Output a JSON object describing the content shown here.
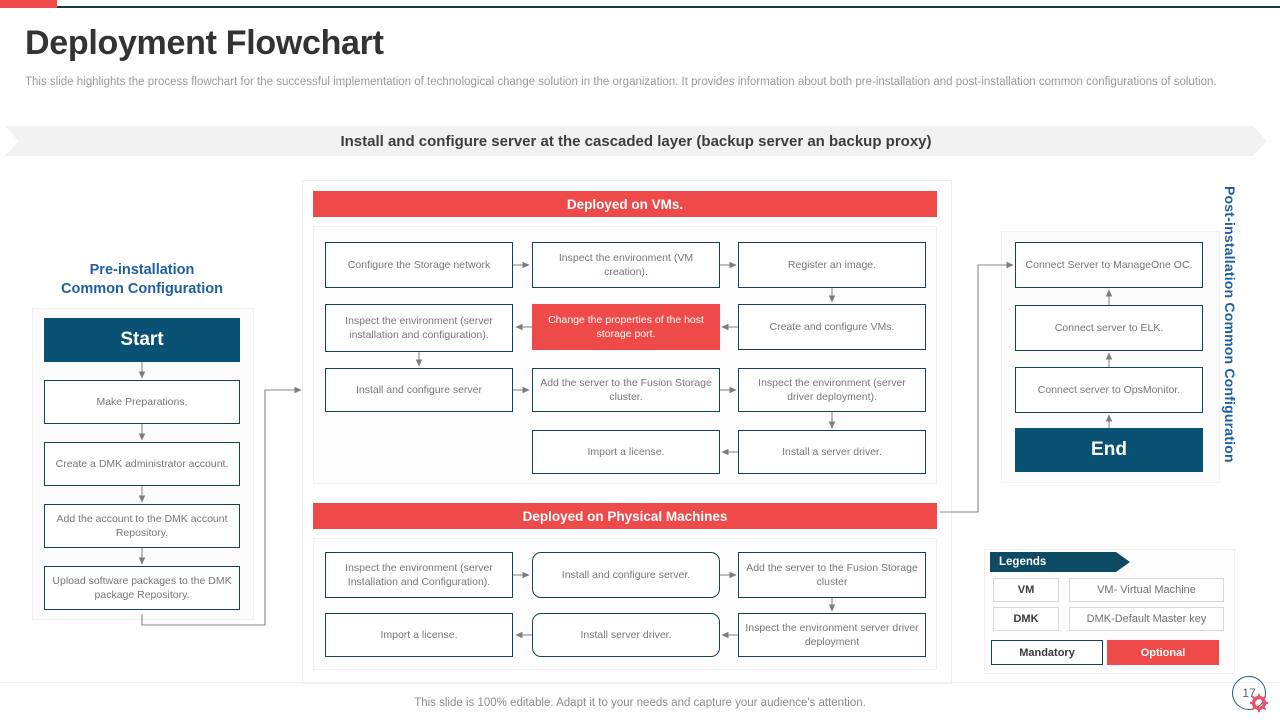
{
  "header": {
    "title": "Deployment Flowchart",
    "subtitle": "This slide highlights the process flowchart for the successful implementation of technological change solution in the organization. It provides  information  about both  pre-installation  and post-installation common configurations  of solution."
  },
  "banner": {
    "text": "Install and configure server  at the cascaded layer (backup server an backup proxy)"
  },
  "left_column": {
    "heading_line1": "Pre-installation",
    "heading_line2": "Common Configuration",
    "steps": [
      {
        "label": "Start",
        "style": "dark"
      },
      {
        "label": "Make Preparations.",
        "style": "plain"
      },
      {
        "label": "Create a DMK  administrator account.",
        "style": "plain"
      },
      {
        "label": "Add the account to the DMK account Repository.",
        "style": "plain"
      },
      {
        "label": "Upload software packages to the DMK package Repository.",
        "style": "plain"
      }
    ]
  },
  "sections": [
    {
      "title": "Deployed on VMs.",
      "boxes": [
        {
          "label": "Configure the Storage network",
          "style": "plain"
        },
        {
          "label": "Inspect the environment (VM creation).",
          "style": "plain"
        },
        {
          "label": "Register an image.",
          "style": "plain"
        },
        {
          "label": "Inspect the environment (server installation and configuration).",
          "style": "plain"
        },
        {
          "label": "Change the properties of the host storage port.",
          "style": "red"
        },
        {
          "label": "Create and configure VMs.",
          "style": "plain"
        },
        {
          "label": "Install and  configure server",
          "style": "plain"
        },
        {
          "label": "Add the server to the Fusion Storage cluster.",
          "style": "plain"
        },
        {
          "label": "Inspect the environment (server driver deployment).",
          "style": "plain"
        },
        {
          "label": "Import a license.",
          "style": "plain"
        },
        {
          "label": "Install a server driver.",
          "style": "plain"
        }
      ]
    },
    {
      "title": "Deployed on Physical Machines",
      "boxes": [
        {
          "label": "Inspect the environment (server Installation  and Configuration).",
          "style": "plain"
        },
        {
          "label": "Install and configure server.",
          "style": "round"
        },
        {
          "label": "Add the server to the Fusion Storage cluster",
          "style": "plain"
        },
        {
          "label": "Import a license.",
          "style": "plain"
        },
        {
          "label": "Install server driver.",
          "style": "round"
        },
        {
          "label": "Inspect the environment server driver deployment",
          "style": "plain"
        }
      ]
    }
  ],
  "right_column": {
    "vertical_label": "Post-installation Common Configuration",
    "steps": [
      {
        "label": "Connect Server to ManageOne OC.",
        "style": "plain"
      },
      {
        "label": "Connect server to ELK.",
        "style": "plain"
      },
      {
        "label": "Connect server to OpsMonitor.",
        "style": "plain"
      },
      {
        "label": "End",
        "style": "dark"
      }
    ]
  },
  "legends": {
    "header": "Legends",
    "rows": [
      {
        "key": "VM",
        "value": "VM- Virtual Machine"
      },
      {
        "key": "DMK",
        "value": "DMK-Default Master key"
      }
    ],
    "mandatory": "Mandatory",
    "optional": "Optional"
  },
  "footer": {
    "note": "This slide is 100% editable. Adapt it to your needs and capture your audience's attention.",
    "page_number": "17"
  },
  "colors": {
    "accent_red": "#ef4a4a",
    "dark_teal": "#0a5273",
    "heading_blue": "#1f5f9e",
    "box_border": "#16434f",
    "banner_bg": "#f2f2f2"
  }
}
